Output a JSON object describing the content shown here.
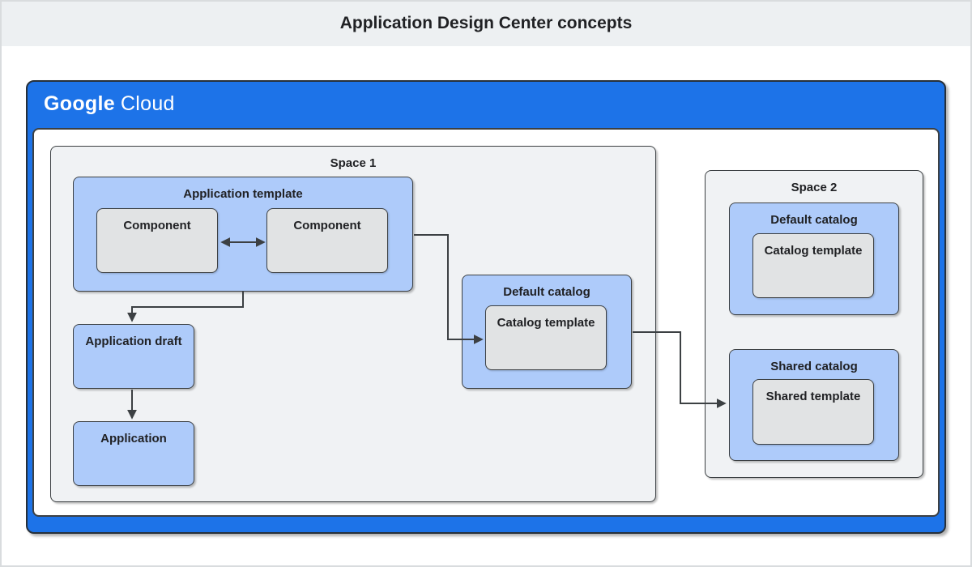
{
  "header": {
    "title": "Application Design Center concepts"
  },
  "brand": {
    "google": "Google",
    "cloud": "Cloud"
  },
  "space1": {
    "label": "Space 1",
    "application_template": {
      "label": "Application template",
      "components": [
        "Component",
        "Component"
      ]
    },
    "application_draft": {
      "label": "Application draft"
    },
    "application": {
      "label": "Application"
    },
    "default_catalog": {
      "label": "Default catalog",
      "catalog_template": {
        "label": "Catalog template"
      }
    }
  },
  "space2": {
    "label": "Space 2",
    "default_catalog": {
      "label": "Default catalog",
      "catalog_template": {
        "label": "Catalog template"
      }
    },
    "shared_catalog": {
      "label": "Shared catalog",
      "shared_template": {
        "label": "Shared template"
      }
    }
  },
  "colors": {
    "brand_blue": "#1d73e8",
    "box_blue": "#aecbfa",
    "box_gray": "#e1e3e4",
    "space_gray": "#f0f2f4",
    "border_dark": "#3c4043",
    "banner_bg": "#edf0f2",
    "title_color": "#202124"
  }
}
